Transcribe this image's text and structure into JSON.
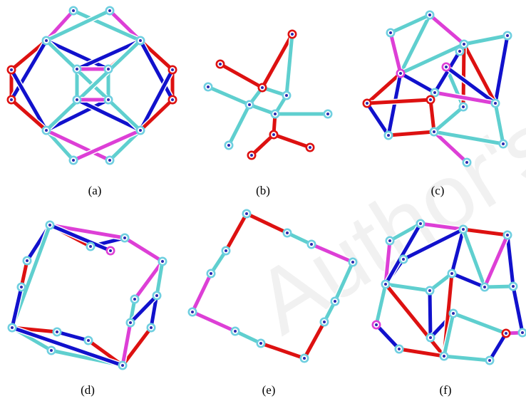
{
  "watermark": "Author's version",
  "colors": {
    "red": "#dd1111",
    "blue": "#1111cc",
    "cyan": "#5fcfcf",
    "magenta": "#dd3fd6",
    "joint_ring": "#6fcfe0",
    "background": "#ffffff"
  },
  "panels": [
    {
      "id": "a",
      "caption": "(a)"
    },
    {
      "id": "b",
      "caption": "(b)"
    },
    {
      "id": "c",
      "caption": "(c)"
    },
    {
      "id": "d",
      "caption": "(d)"
    },
    {
      "id": "e",
      "caption": "(e)"
    },
    {
      "id": "f",
      "caption": "(f)"
    }
  ]
}
